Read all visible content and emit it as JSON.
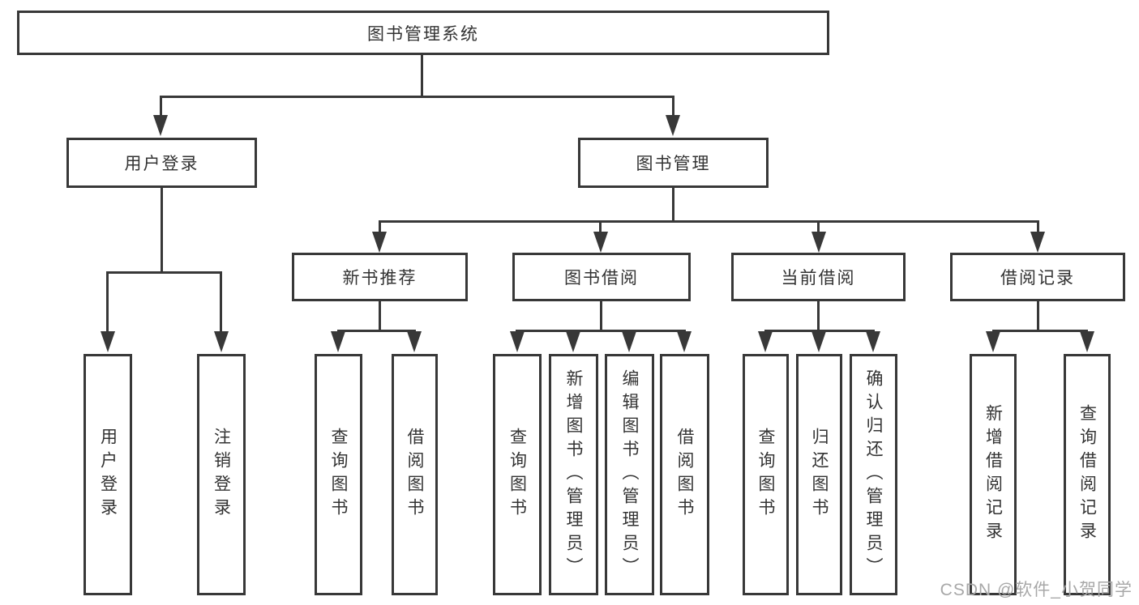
{
  "colors": {
    "line": "#383838",
    "text": "#333333",
    "watermark": "#a8a8a8",
    "background": "#ffffff"
  },
  "watermark": {
    "text": "CSDN @软件_小贺同学"
  },
  "tree": {
    "label": "图书管理系统",
    "children": [
      {
        "label": "用户登录",
        "children": [
          {
            "label": "用户登录"
          },
          {
            "label": "注销登录"
          }
        ]
      },
      {
        "label": "图书管理",
        "children": [
          {
            "label": "新书推荐",
            "children": [
              {
                "label": "查询图书"
              },
              {
                "label": "借阅图书"
              }
            ]
          },
          {
            "label": "图书借阅",
            "children": [
              {
                "label": "查询图书"
              },
              {
                "label": "新增图书（管理员）"
              },
              {
                "label": "编辑图书（管理员）"
              },
              {
                "label": "借阅图书"
              }
            ]
          },
          {
            "label": "当前借阅",
            "children": [
              {
                "label": "查询图书"
              },
              {
                "label": "归还图书"
              },
              {
                "label": "确认归还（管理员）"
              }
            ]
          },
          {
            "label": "借阅记录",
            "children": [
              {
                "label": "新增借阅记录"
              },
              {
                "label": "查询借阅记录"
              }
            ]
          }
        ]
      }
    ]
  }
}
